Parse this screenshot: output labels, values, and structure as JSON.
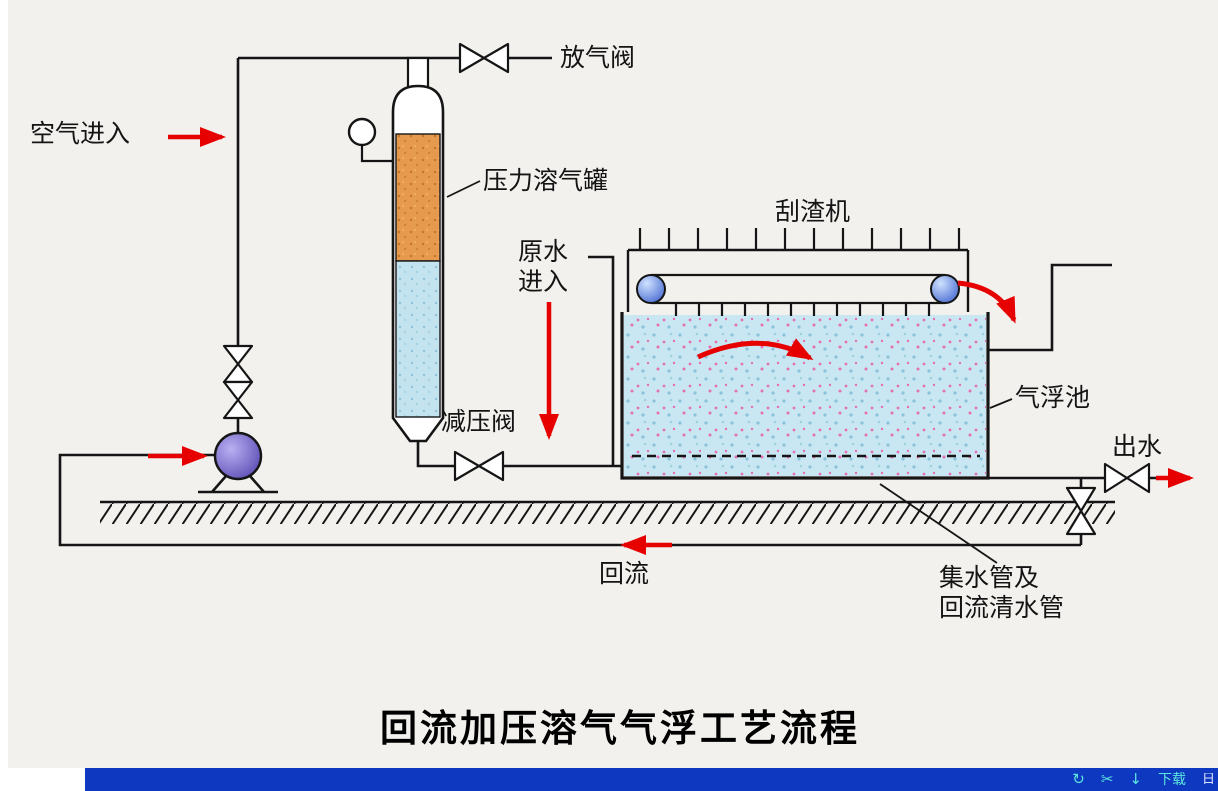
{
  "page": {
    "background": "#f2f1ee"
  },
  "diagram": {
    "title": "回流加压溶气气浮工艺流程",
    "labels": {
      "air_inlet": "空气进入",
      "air_release_valve": "放气阀",
      "pressure_dissolving_tank": "压力溶气罐",
      "raw_water_line1": "原水",
      "raw_water_line2": "进入",
      "scum_scraper": "刮渣机",
      "flotation_tank": "气浮池",
      "pressure_reducing_valve": "减压阀",
      "outlet_water": "出水",
      "reflux": "回流",
      "collection_pipe_line1": "集水管及",
      "collection_pipe_line2": "回流清水管"
    },
    "colors": {
      "flow_arrow_red": "#e60000",
      "tank_packing_orange": "#e59a4d",
      "water_blue": "#c9e7f2",
      "water_speckle_pink": "#e36fb4",
      "pump_purple": "#4a3aa8",
      "wheel_blue": "#2f55c8",
      "line_black": "#151515"
    }
  },
  "taskbar": {
    "background": "#0d38bf",
    "icon_color": "#5ce6e0",
    "icons": [
      {
        "name": "rotate-icon",
        "glyph": "↻"
      },
      {
        "name": "scissors-icon",
        "glyph": "✂"
      },
      {
        "name": "download-arrow-icon",
        "glyph": "↓"
      }
    ],
    "download_label": "下载",
    "partial_text": "日"
  }
}
